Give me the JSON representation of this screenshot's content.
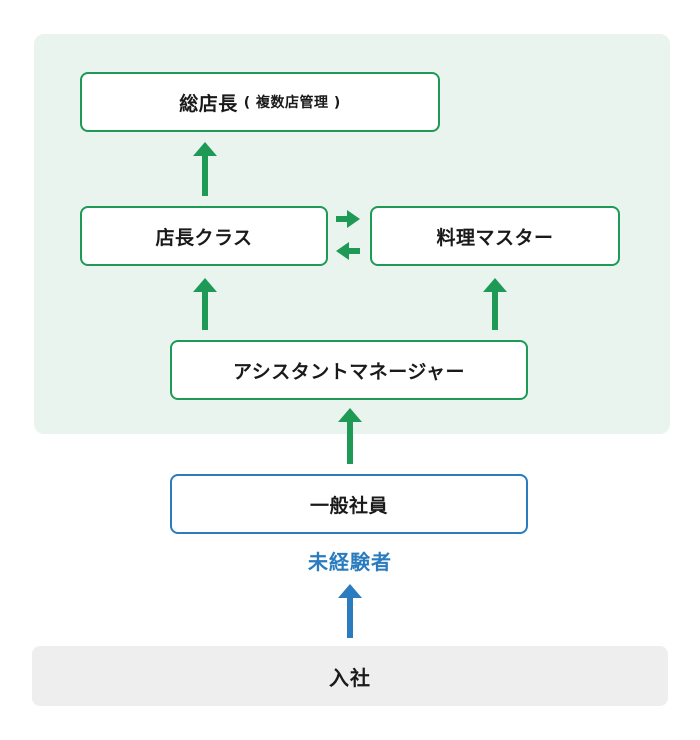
{
  "diagram": {
    "top": {
      "label": "総店長",
      "sub": "( 複数店管理 )"
    },
    "store_manager": {
      "label": "店長クラス"
    },
    "chef_master": {
      "label": "料理マスター"
    },
    "assistant_manager": {
      "label": "アシスタントマネージャー"
    },
    "general_staff": {
      "label": "一般社員"
    },
    "inexperienced": {
      "label": "未経験者"
    },
    "entry": {
      "label": "入社"
    },
    "colors": {
      "green": "#1e9a56",
      "blue": "#2a7cbe",
      "panel_bg": "#eaf4ee",
      "entry_bg": "#eeeeee"
    }
  }
}
